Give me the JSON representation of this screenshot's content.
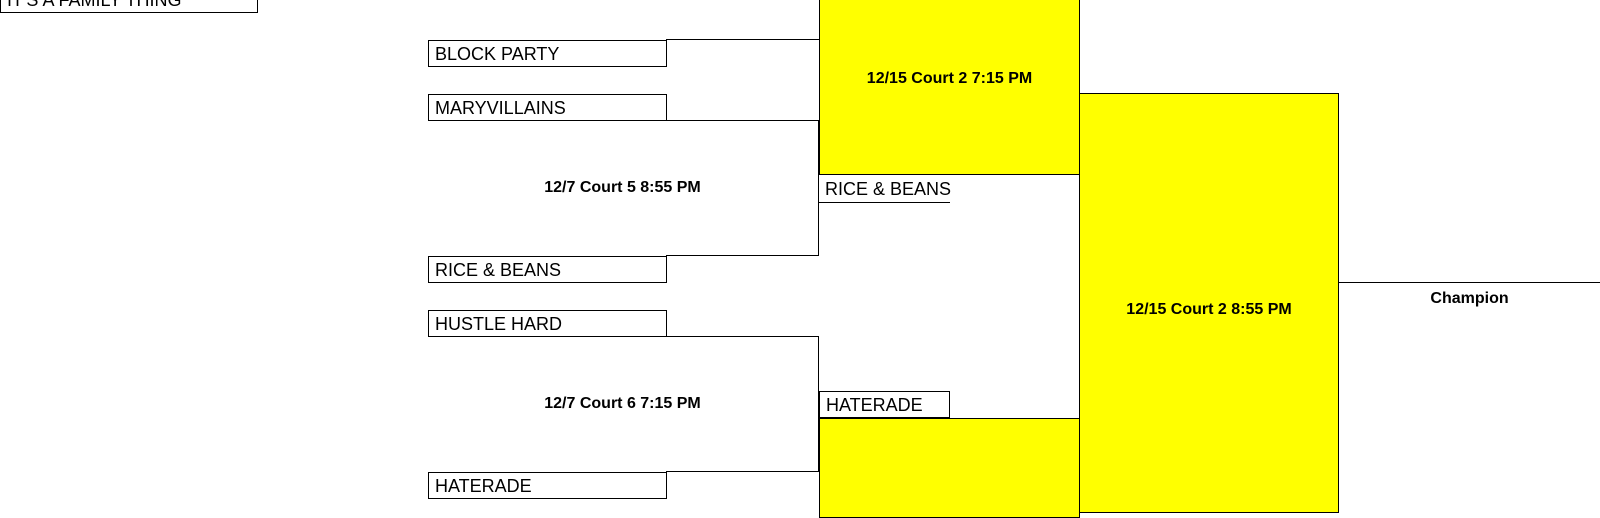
{
  "bracket": {
    "round1": {
      "teams": [
        "IT'S A FAMILY THING",
        "BLOCK PARTY",
        "MARYVILLAINS",
        "RICE & BEANS",
        "HUSTLE HARD",
        "HATERADE"
      ],
      "games": [
        "12/7 Court 5 8:55 PM",
        "12/7 Court 6 7:15 PM"
      ]
    },
    "round2": {
      "game_top": "12/15 Court 2 7:15 PM",
      "winners": [
        "RICE & BEANS",
        "HATERADE"
      ]
    },
    "final": {
      "game": "12/15 Court 2 8:55 PM",
      "champion_label": "Champion"
    },
    "colors": {
      "highlight": "#ffff00",
      "line": "#000000"
    }
  }
}
